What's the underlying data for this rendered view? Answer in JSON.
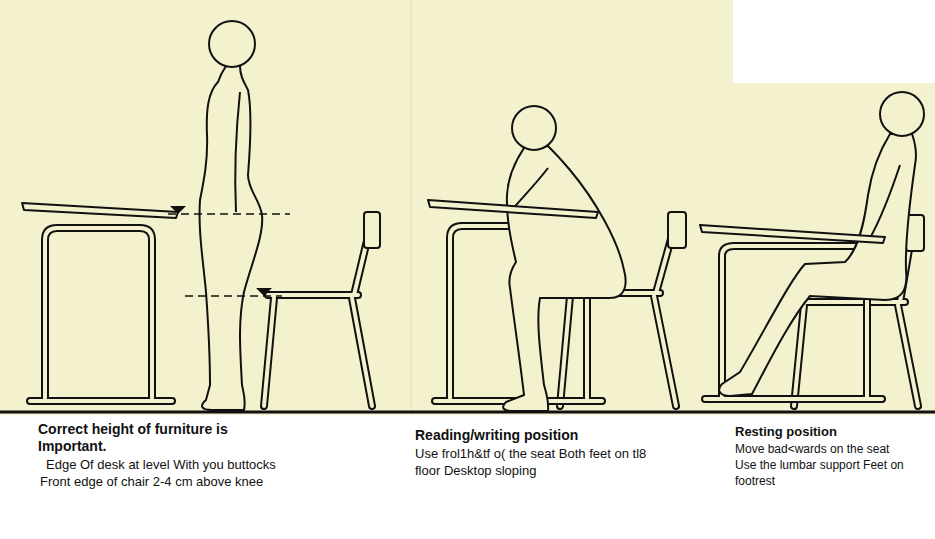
{
  "diagram": {
    "labels": [
      "Correct height of furniture is Important.",
      "Edge Of desk at level With you buttocks Front edge of chair 2-4 cm above knee",
      "Reading/writing position",
      "Use frol1h&tf o( the seat Both feet on tl8 floor Desktop sloping",
      "Resting position",
      "Move bad<wards on the seat Use the lumbar support Feet on footrest"
    ]
  }
}
